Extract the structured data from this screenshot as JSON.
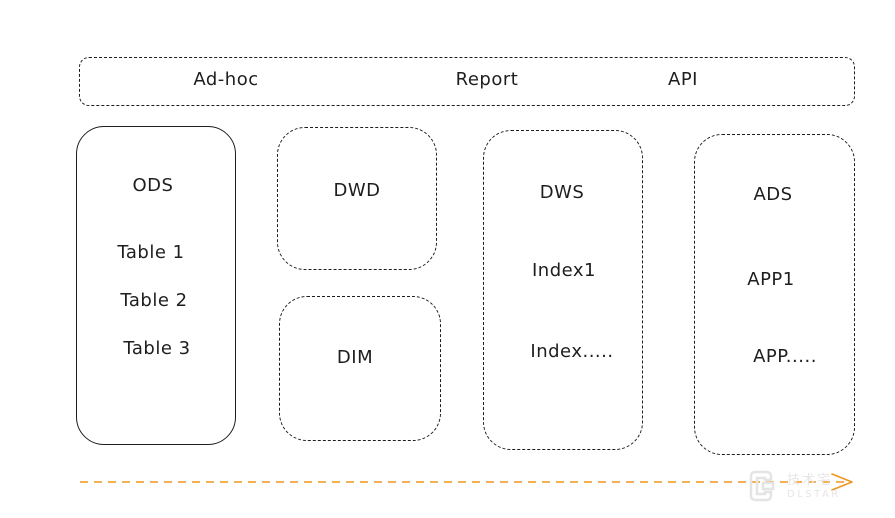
{
  "consumer_layer": {
    "items": [
      "Ad-hoc",
      "Report",
      "API"
    ]
  },
  "ods": {
    "title": "ODS",
    "tables": [
      "Table 1",
      "Table 2",
      "Table 3"
    ]
  },
  "dwd": {
    "title": "DWD"
  },
  "dim": {
    "title": "DIM"
  },
  "dws": {
    "title": "DWS",
    "items": [
      "Index1",
      "Index....."
    ]
  },
  "ads": {
    "title": "ADS",
    "items": [
      "APP1",
      "APP....."
    ]
  },
  "flow_arrow": {
    "color": "#f0961e"
  },
  "watermark": {
    "icon": "logo-mark-icon",
    "line1": "技术宅",
    "line2": "DLSTAR"
  }
}
